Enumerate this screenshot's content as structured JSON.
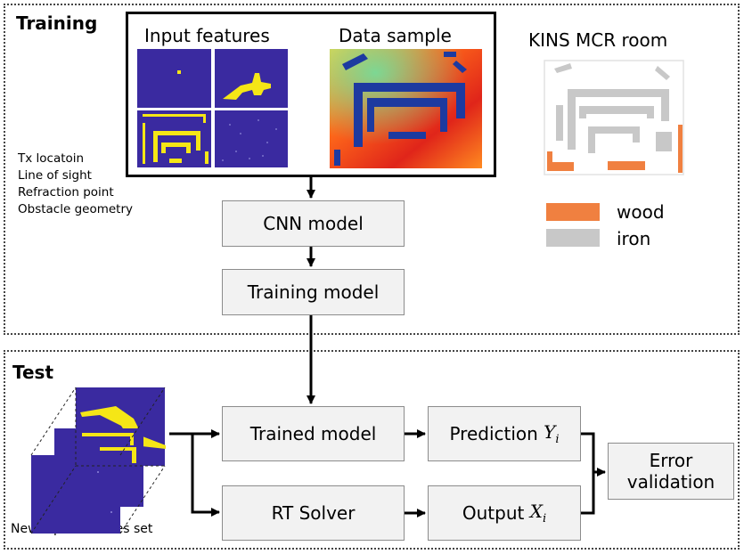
{
  "training": {
    "title": "Training",
    "input_features_label": "Input features",
    "data_sample_label": "Data sample",
    "feature_list": [
      "Tx locatoin",
      "Line of sight",
      "Refraction point",
      "Obstacle geometry"
    ],
    "cnn_model": "CNN model",
    "training_model": "Training model",
    "room_label": "KINS MCR room",
    "legend": [
      {
        "label": "wood",
        "color": "#f08040"
      },
      {
        "label": "iron",
        "color": "#c8c8c8"
      }
    ]
  },
  "test": {
    "title": "Test",
    "new_features_label": "New Input features set",
    "trained_model": "Trained model",
    "rt_solver": "RT Solver",
    "prediction": {
      "text": "Prediction",
      "var": "Y",
      "sub": "i"
    },
    "output": {
      "text": "Output",
      "var": "X",
      "sub": "i"
    },
    "error_validation": [
      "Error",
      "validation"
    ]
  },
  "colors": {
    "map_background": "#3a2aa0",
    "feature_yellow": "#f5e616",
    "box_fill": "#f2f2f2",
    "wood": "#f08040",
    "iron": "#c8c8c8"
  }
}
